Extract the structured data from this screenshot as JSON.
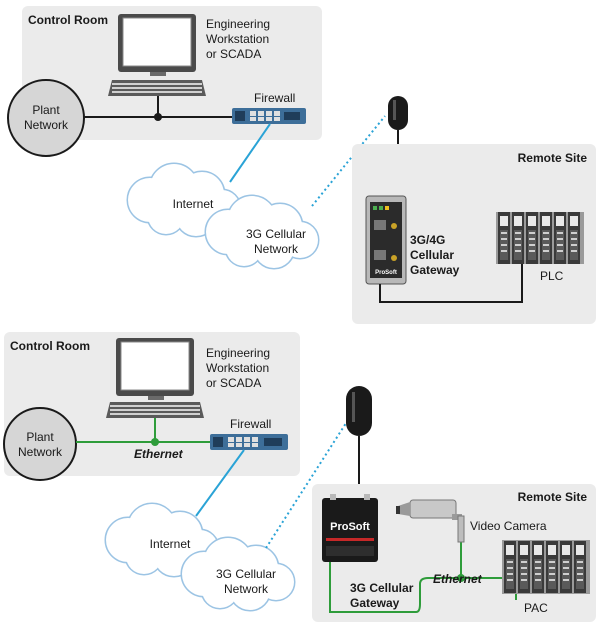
{
  "top": {
    "control_room_title": "Control Room",
    "workstation_line1": "Engineering",
    "workstation_line2": "Workstation",
    "workstation_line3": "or SCADA",
    "plant_network_line1": "Plant",
    "plant_network_line2": "Network",
    "firewall_label": "Firewall",
    "internet_label": "Internet",
    "cellular_line1": "3G Cellular",
    "cellular_line2": "Network",
    "remote_site_title": "Remote Site",
    "gateway_line1": "3G/4G",
    "gateway_line2": "Cellular",
    "gateway_line3": "Gateway",
    "gateway_brand": "ProSoft",
    "plc_label": "PLC"
  },
  "bottom": {
    "control_room_title": "Control Room",
    "workstation_line1": "Engineering",
    "workstation_line2": "Workstation",
    "workstation_line3": "or SCADA",
    "plant_network_line1": "Plant",
    "plant_network_line2": "Network",
    "ethernet_label": "Ethernet",
    "firewall_label": "Firewall",
    "internet_label": "Internet",
    "cellular_line1": "3G Cellular",
    "cellular_line2": "Network",
    "remote_site_title": "Remote Site",
    "gateway_line1": "3G Cellular",
    "gateway_line2": "Gateway",
    "gateway_brand": "ProSoft",
    "camera_label": "Video Camera",
    "ethernet_remote_label": "Ethernet",
    "pac_label": "PAC"
  },
  "colors": {
    "panel": "#ebebeb",
    "link_blue": "#2aa3d6",
    "ethernet_green": "#2e9c3a",
    "cloud_outline": "#9cc4e4"
  }
}
